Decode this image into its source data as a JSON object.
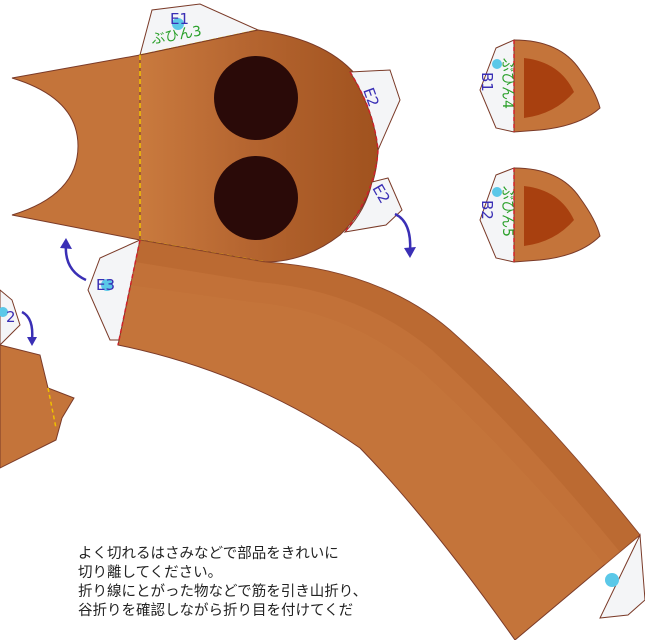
{
  "tabs": {
    "e1": "E1",
    "e2_top": "E2",
    "e2_bottom": "E2",
    "e3": "E3",
    "e2_left": "2"
  },
  "parts": {
    "part3": "ぶひん3",
    "part4": "ぶひん4",
    "part5": "ぶひん5",
    "b1": "B1",
    "b2": "B2"
  },
  "instructions": {
    "line1": "よく切れるはさみなどで部品をきれいに",
    "line2": "切り離してください。",
    "line3": "折り線にとがった物などで筋を引き山折り、",
    "line4": "谷折りを確認しながら折り目を付けてくだ"
  },
  "colors": {
    "body_brown": "#c4743a",
    "dark_brown": "#a0521e",
    "eye_dark": "#2a0a08",
    "ear_inner": "#a8400f",
    "glue_dot": "#5bc8e8",
    "fold_yellow": "#f0c000",
    "fold_red": "#d0202a",
    "tab_fill": "#f4f5f7"
  }
}
